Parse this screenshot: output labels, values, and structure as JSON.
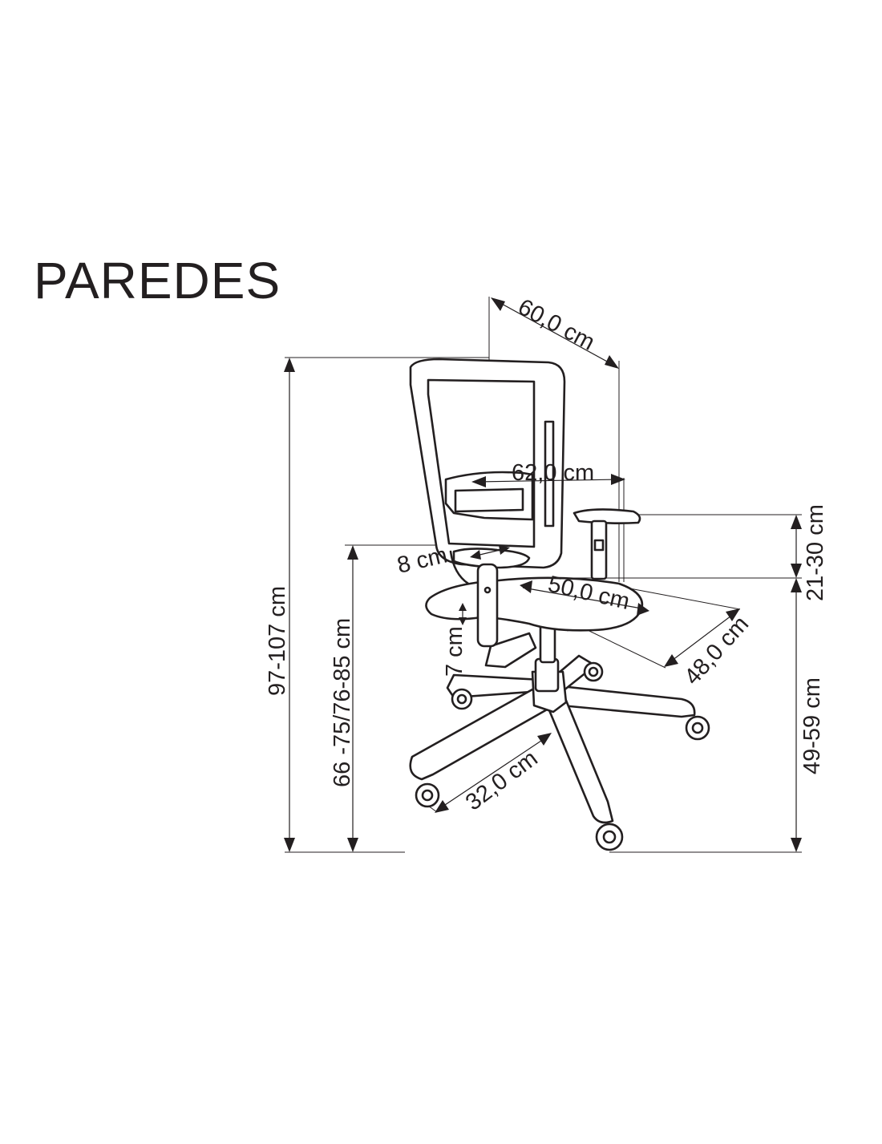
{
  "title": "PAREDES",
  "dimensions": {
    "depth": "60,0 cm",
    "total_height": "97-107 cm",
    "armrest_height": "66 -75/76-85 cm",
    "width": "62,0 cm",
    "armrest_adjust": "21-30 cm",
    "armrest_slide": "8 cm",
    "seat_width": "50,0 cm",
    "lumbar": "7 cm",
    "seat_depth": "48,0 cm",
    "seat_height": "49-59 cm",
    "base_radius": "32,0 cm"
  },
  "colors": {
    "ink": "#231f20",
    "background": "#ffffff"
  }
}
